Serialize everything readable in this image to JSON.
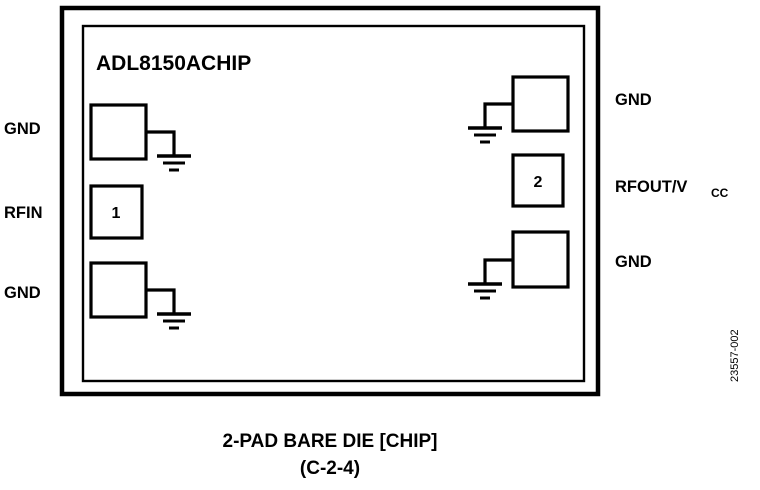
{
  "diagram": {
    "part_number": "ADL8150ACHIP",
    "caption_line1": "2-PAD BARE DIE [CHIP]",
    "caption_line2": "(C-2-4)",
    "figure_id": "23557-002",
    "line_color": "#000000",
    "background_color": "#ffffff",
    "left_pins": [
      {
        "label": "GND",
        "pad_number": "",
        "grounded": true
      },
      {
        "label": "RFIN",
        "pad_number": "1",
        "grounded": false
      },
      {
        "label": "GND",
        "pad_number": "",
        "grounded": true
      }
    ],
    "right_pins": [
      {
        "label": "GND",
        "label_sub": "",
        "pad_number": "",
        "grounded": true
      },
      {
        "label": "RFOUT/V",
        "label_sub": "CC",
        "pad_number": "2",
        "grounded": false
      },
      {
        "label": "GND",
        "label_sub": "",
        "pad_number": "",
        "grounded": true
      }
    ]
  }
}
